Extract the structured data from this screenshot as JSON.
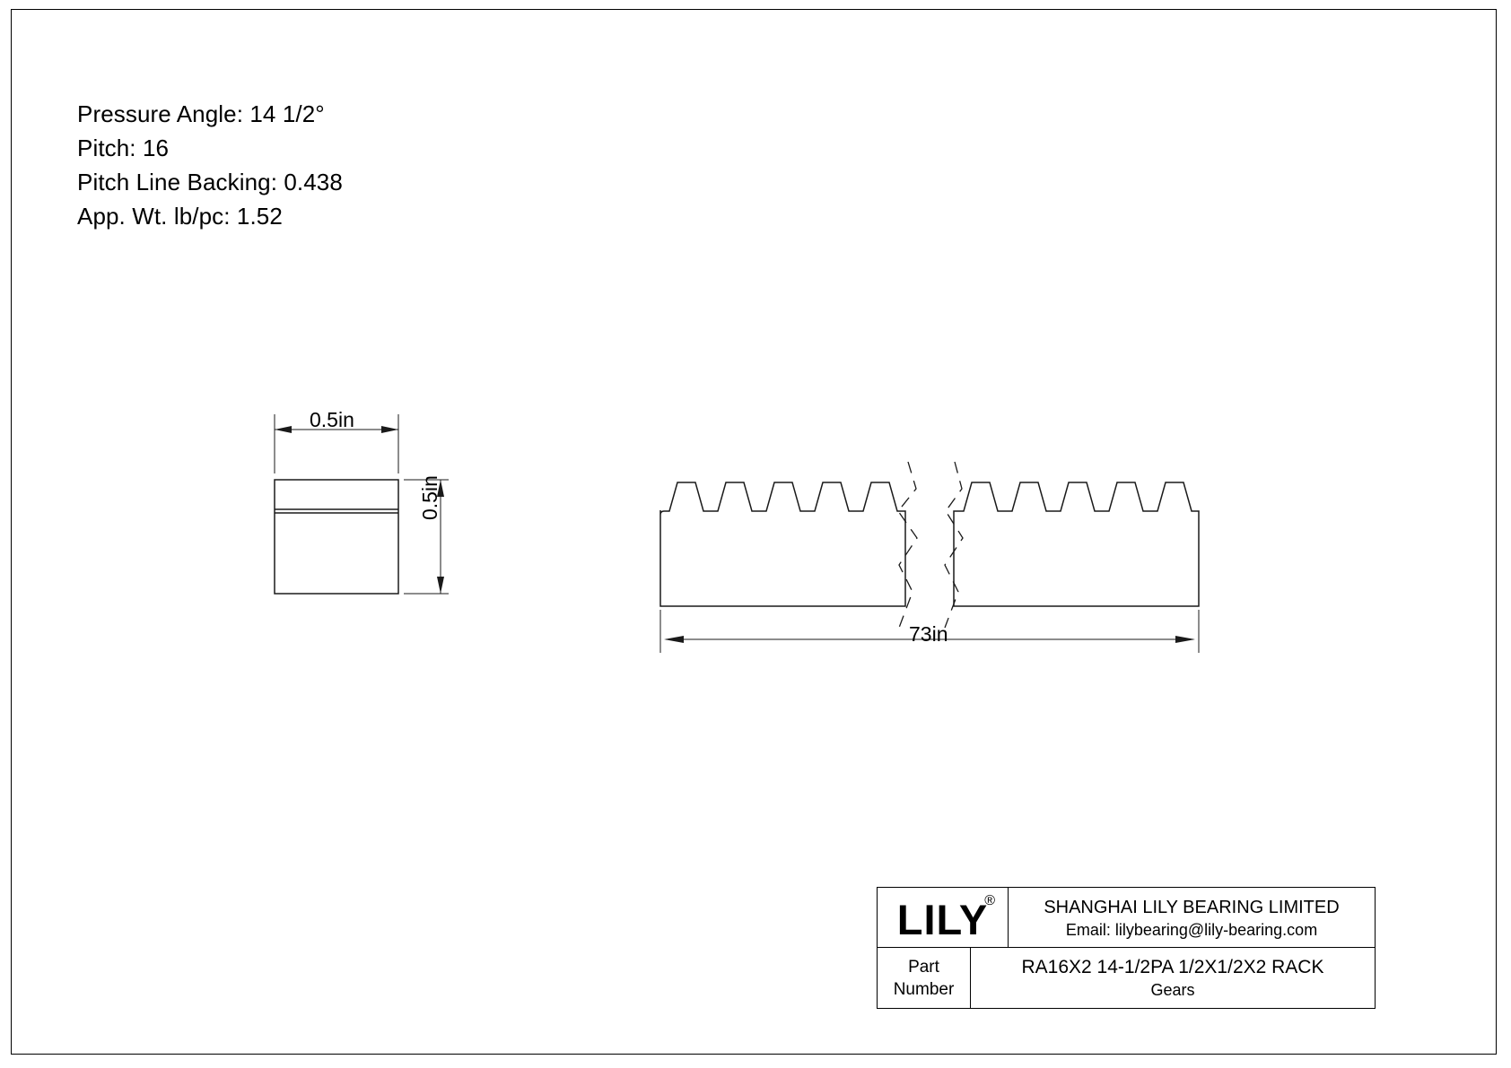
{
  "drawing": {
    "specifications": [
      "Pressure Angle: 14 1/2°",
      "Pitch: 16",
      "Pitch Line Backing: 0.438",
      "App. Wt. lb/pc: 1.52"
    ],
    "dimensions": {
      "section_width": "0.5in",
      "section_height": "0.5in",
      "overall_length": "73in"
    },
    "line_color": "#1a1a1a"
  },
  "title_block": {
    "logo_text": "LILY",
    "logo_registered_mark": "®",
    "company_name": "SHANGHAI LILY BEARING LIMITED",
    "company_email": "Email: lilybearing@lily-bearing.com",
    "part_label_line1": "Part",
    "part_label_line2": "Number",
    "part_number": "RA16X2 14-1/2PA 1/2X1/2X2 RACK",
    "part_category": "Gears"
  }
}
